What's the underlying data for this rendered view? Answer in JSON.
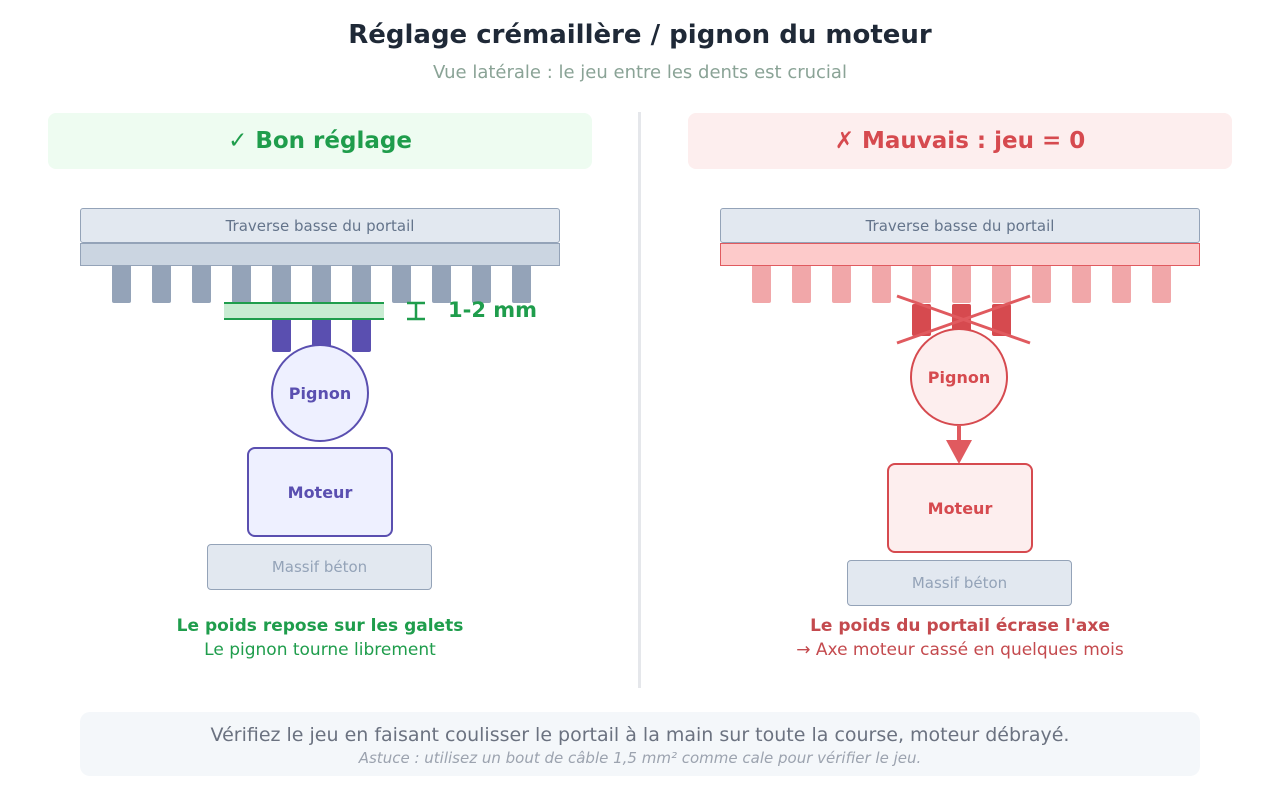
{
  "header": {
    "title": "Réglage crémaillère / pignon du moteur",
    "subtitle": "Vue latérale : le jeu entre les dents est crucial"
  },
  "good": {
    "heading": "✓ Bon réglage",
    "traverse": "Traverse basse du portail",
    "gap_label": "1-2 mm",
    "pinion": "Pignon",
    "motor": "Moteur",
    "base": "Massif béton",
    "caption_title": "Le poids repose sur les galets",
    "caption_text": "Le pignon tourne librement"
  },
  "bad": {
    "heading": "✗ Mauvais : jeu = 0",
    "traverse": "Traverse basse du portail",
    "pinion": "Pignon",
    "motor": "Moteur",
    "base": "Massif béton",
    "caption_title": "Le poids du portail écrase l'axe",
    "caption_text": "→ Axe moteur cassé en quelques mois"
  },
  "footer": {
    "text": "Vérifiez le jeu en faisant coulisser le portail à la main sur toute la course, moteur débrayé.",
    "tip": "Astuce : utilisez un bout de câble 1,5 mm² comme cale pour vérifier le jeu."
  },
  "colors": {
    "good": "#1f9d4c",
    "bad": "#d64a4f",
    "pinion_good": "#5a4fb0"
  }
}
